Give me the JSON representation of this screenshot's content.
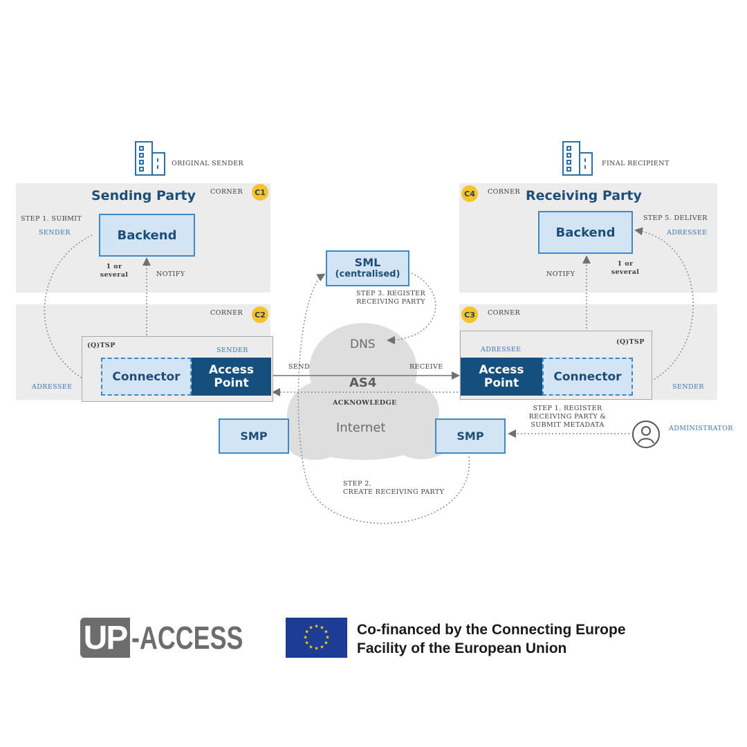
{
  "sending": {
    "original_sender": "ORIGINAL SENDER",
    "title": "Sending Party",
    "corner1": "CORNER",
    "badge1": "C1",
    "corner2": "CORNER",
    "badge2": "C2",
    "step1_submit": "STEP 1. SUBMIT",
    "sender_role": "SENDER",
    "backend": "Backend",
    "one_or_several": [
      "1 or",
      "several"
    ],
    "notify": "NOTIFY",
    "tsp": "(Q)TSP",
    "sender_label": "SENDER",
    "adressee_label": "ADRESSEE",
    "connector": "Connector",
    "access_point": [
      "Access",
      "Point"
    ]
  },
  "receiving": {
    "final_recipient": "FINAL RECIPIENT",
    "title": "Receiving Party",
    "corner4": "CORNER",
    "badge4": "C4",
    "corner3": "CORNER",
    "badge3": "C3",
    "step5_deliver": "STEP 5. DELIVER",
    "adressee_role": "ADRESSEE",
    "backend": "Backend",
    "one_or_several": [
      "1 or",
      "several"
    ],
    "notify": "NOTIFY",
    "tsp": "(Q)TSP",
    "adressee_label": "ADRESSEE",
    "sender_label": "SENDER",
    "connector": "Connector",
    "access_point": [
      "Access",
      "Point"
    ]
  },
  "center": {
    "sml": [
      "SML",
      "(centralised)"
    ],
    "step3": [
      "STEP 3. REGISTER",
      "RECEIVING PARTY"
    ],
    "dns": "DNS",
    "send": "SEND",
    "receive": "RECEIVE",
    "as4": "AS4",
    "acknowledge": "ACKNOWLEDGE",
    "internet": "Internet",
    "smp_left": "SMP",
    "smp_right": "SMP",
    "step1_register": [
      "STEP 1. REGISTER",
      "RECEIVING PARTY &",
      "SUBMIT METADATA"
    ],
    "administrator": "ADMINISTRATOR",
    "step2": [
      "STEP 2.",
      "CREATE RECEIVING PARTY"
    ]
  },
  "footer": {
    "logo_up": "UP",
    "logo_rest": "-ACCESS",
    "eu_text": [
      "Co-financed by the Connecting Europe",
      "Facility of the European Union"
    ]
  },
  "colors": {
    "dark_blue": "#154f7e",
    "light_blue": "#d3e5f5",
    "border_blue": "#3f89c3",
    "badge_yellow": "#f5c32c",
    "panel_grey": "#ececec",
    "eu_blue": "#1e3c95",
    "eu_yellow": "#ffdd00"
  },
  "icons": [
    "building-icon",
    "person-icon",
    "cloud-shape",
    "eu-flag"
  ]
}
